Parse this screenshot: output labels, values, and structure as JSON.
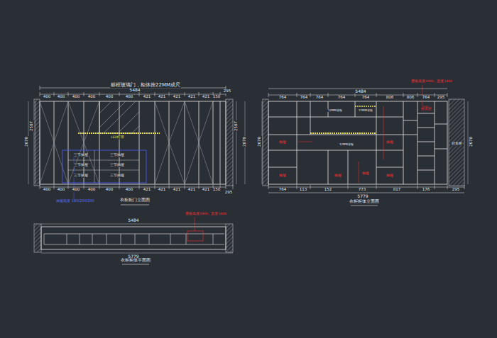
{
  "diagram": {
    "title": "标框玻璃门，柜体按22MM成尺",
    "labels": [
      "5484",
      "400",
      "400",
      "400",
      "400",
      "400",
      "400",
      "421",
      "421",
      "421",
      "421",
      "421",
      "150",
      "295",
      "400",
      "400",
      "400",
      "400",
      "400",
      "400",
      "421",
      "421",
      "421",
      "421",
      "421",
      "150",
      "295",
      "2670",
      "2507",
      "2507",
      "2670",
      "三节抽屉",
      "三节抽屉",
      "三节抽屉",
      "三节抽屉",
      "三节抽屉",
      "三节抽屉",
      "LED灯带",
      "抽屉高度 180/200/200",
      "衣柜柜门立面图",
      "5484",
      "5779",
      "层板高度2000，宽度1400",
      "衣柜柜体平面图",
      "5484",
      "764",
      "764",
      "764",
      "764",
      "764",
      "806",
      "806",
      "764",
      "295",
      "764",
      "113",
      "152",
      "773",
      "817",
      "176",
      "295",
      "5779",
      "衣柜柜体立面图",
      "层板高度2000，宽度1400",
      "抽屉",
      "抽屉",
      "抽屉",
      "抽屉",
      "抽屉",
      "抽屉",
      "挂衣区",
      "12MM背板",
      "12MM背板",
      "12MM背板",
      "转角柜",
      "2670",
      "2670"
    ]
  }
}
